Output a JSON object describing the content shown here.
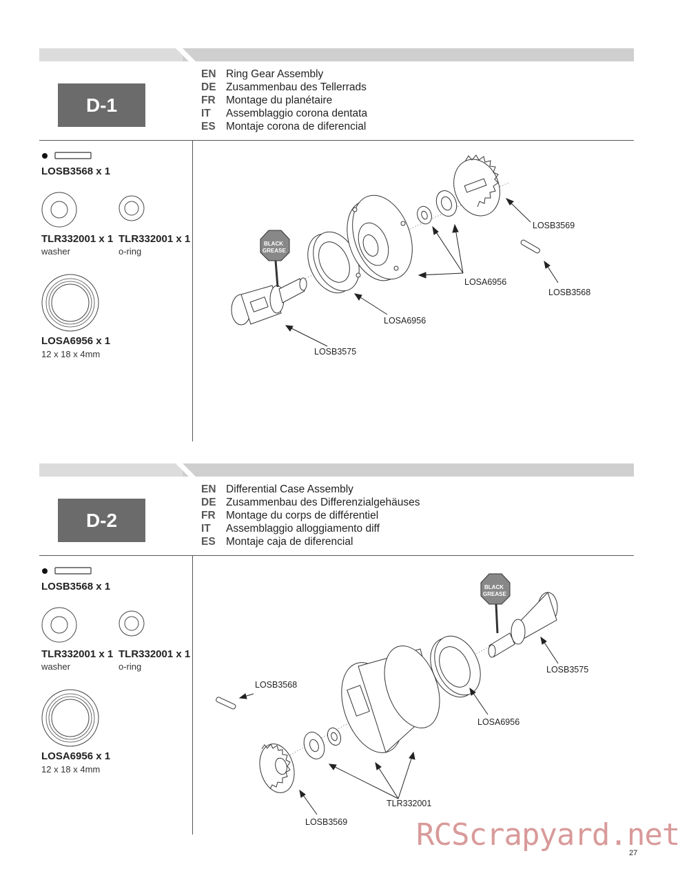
{
  "steps": [
    {
      "id": "D-1",
      "languages": [
        {
          "code": "EN",
          "text": "Ring Gear Assembly"
        },
        {
          "code": "DE",
          "text": "Zusammenbau des Tellerrads"
        },
        {
          "code": "FR",
          "text": "Montage du planétaire"
        },
        {
          "code": "IT",
          "text": "Assemblaggio corona dentata"
        },
        {
          "code": "ES",
          "text": "Montaje corona de diferencial"
        }
      ],
      "parts": [
        {
          "title": "LOSB3568 x 1",
          "subtitle": ""
        },
        {
          "title": "TLR332001 x 1",
          "subtitle": "washer"
        },
        {
          "title": "TLR332001 x 1",
          "subtitle": "o-ring"
        },
        {
          "title": "LOSA6956 x 1",
          "subtitle": "12 x 18 x 4mm"
        }
      ],
      "callouts": [
        "LOSB3569",
        "LOSB3568",
        "LOSA6956",
        "LOSA6956",
        "LOSB3575"
      ],
      "grease_label": [
        "BLACK",
        "GREASE"
      ]
    },
    {
      "id": "D-2",
      "languages": [
        {
          "code": "EN",
          "text": "Differential Case Assembly"
        },
        {
          "code": "DE",
          "text": "Zusammenbau des Differenzialgehäuses"
        },
        {
          "code": "FR",
          "text": "Montage du corps de différentiel"
        },
        {
          "code": "IT",
          "text": "Assemblaggio alloggiamento diff"
        },
        {
          "code": "ES",
          "text": "Montaje caja de diferencial"
        }
      ],
      "parts": [
        {
          "title": "LOSB3568 x 1",
          "subtitle": ""
        },
        {
          "title": "TLR332001 x 1",
          "subtitle": "washer"
        },
        {
          "title": "TLR332001 x 1",
          "subtitle": "o-ring"
        },
        {
          "title": "LOSA6956 x 1",
          "subtitle": "12 x 18 x 4mm"
        }
      ],
      "callouts": [
        "LOSB3575",
        "LOSB3568",
        "LOSA6956",
        "TLR332001",
        "LOSB3569"
      ],
      "grease_label": [
        "BLACK",
        "GREASE"
      ]
    }
  ],
  "watermark": "RCScrapyard.net",
  "page_number": "27"
}
